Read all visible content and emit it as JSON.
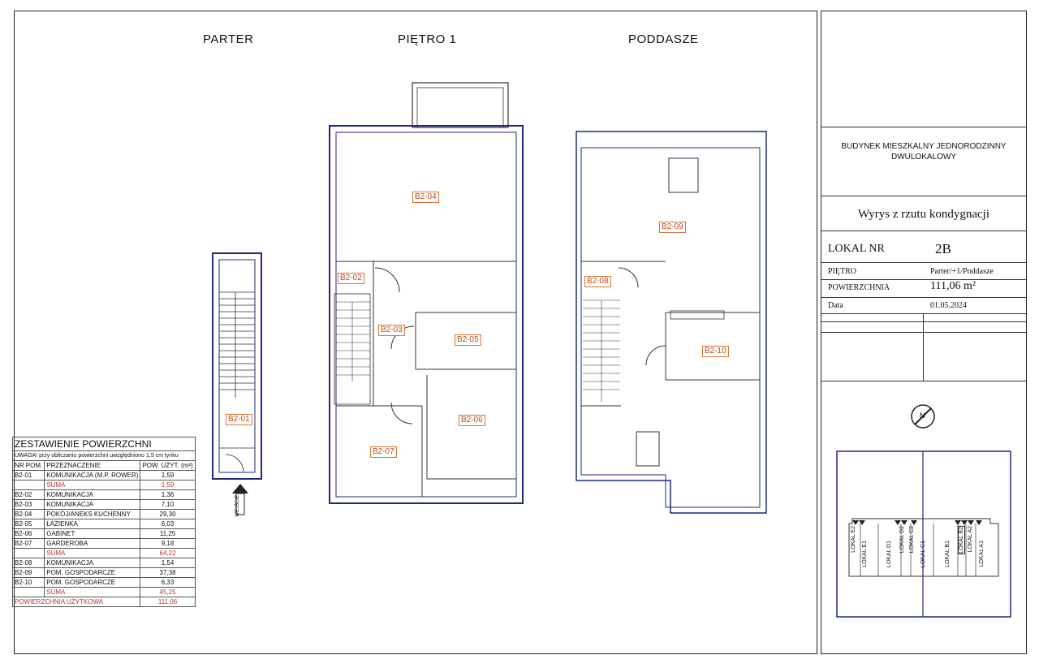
{
  "floors": {
    "parter": "PARTER",
    "pietro1": "PIĘTRO 1",
    "poddasze": "PODDASZE"
  },
  "rooms": {
    "b2_01": "B2-01",
    "b2_02": "B2-02",
    "b2_03": "B2-03",
    "b2_04": "B2-04",
    "b2_05": "B2-05",
    "b2_06": "B2-06",
    "b2_07": "B2-07",
    "b2_08": "B2-08",
    "b2_09": "B2-09",
    "b2_10": "B2-10"
  },
  "entrance_label": "WEJŚCIE",
  "title_block": {
    "building_line1": "BUDYNEK MIESZKALNY JEDNORODZINNY",
    "building_line2": "DWULOKALOWY",
    "subtitle": "Wyrys z rzutu kondygnacji",
    "lokal_label": "LOKAL NR",
    "lokal_value": "2B",
    "pietro_label": "PIĘTRO",
    "pietro_value": "Parter/+1/Poddasze",
    "powierzchnia_label": "POWIERZCHNIA",
    "powierzchnia_value": "111,06 m²",
    "data_label": "Data",
    "data_value": "01.05.2024"
  },
  "site_plan": {
    "lokale": [
      "LOKAL E2",
      "LOKAL E1",
      "LOKAL D1",
      "LOKAL D2",
      "LOKAL C2",
      "LOKAL C1",
      "LOKAL B1",
      "LOKAL B2",
      "LOKAL A2",
      "LOKAL A1"
    ]
  },
  "area_table": {
    "title": "ZESTAWIENIE POWIERZCHNI",
    "note": "UWAGA! przy obliczaniu powierzchni uwzględniono 1,5 cm tynku",
    "headers": [
      "NR POM.",
      "PRZEZNACZENIE",
      "POW. UŻYT. (m²)"
    ],
    "rows": [
      {
        "nr": "B2-01",
        "name": "KOMUNIKACJA (M.P. ROWER)",
        "area": "1,59"
      },
      {
        "nr": "",
        "name": "SUMA",
        "area": "1,59",
        "sum": true
      },
      {
        "nr": "B2-02",
        "name": "KOMUNIKACJA",
        "area": "1,36"
      },
      {
        "nr": "B2-03",
        "name": "KOMUNIKACJA",
        "area": "7,10"
      },
      {
        "nr": "B2-04",
        "name": "POKÓJ/ANEKS KUCHENNY",
        "area": "29,30"
      },
      {
        "nr": "B2-05",
        "name": "ŁAZIENKA",
        "area": "6,03"
      },
      {
        "nr": "B2-06",
        "name": "GABINET",
        "area": "11,25"
      },
      {
        "nr": "B2-07",
        "name": "GARDEROBA",
        "area": "9,18"
      },
      {
        "nr": "",
        "name": "SUMA",
        "area": "64,22",
        "sum": true
      },
      {
        "nr": "B2-08",
        "name": "KOMUNIKACJA",
        "area": "1,54"
      },
      {
        "nr": "B2-09",
        "name": "POM. GOSPODARCZE",
        "area": "37,38"
      },
      {
        "nr": "B2-10",
        "name": "POM. GOSPODARCZE",
        "area": "6,33"
      },
      {
        "nr": "",
        "name": "SUMA",
        "area": "45,25",
        "sum": true
      }
    ],
    "total_label": "POWIERZCHNIA UŻYTKOWA",
    "total_value": "111,06"
  }
}
